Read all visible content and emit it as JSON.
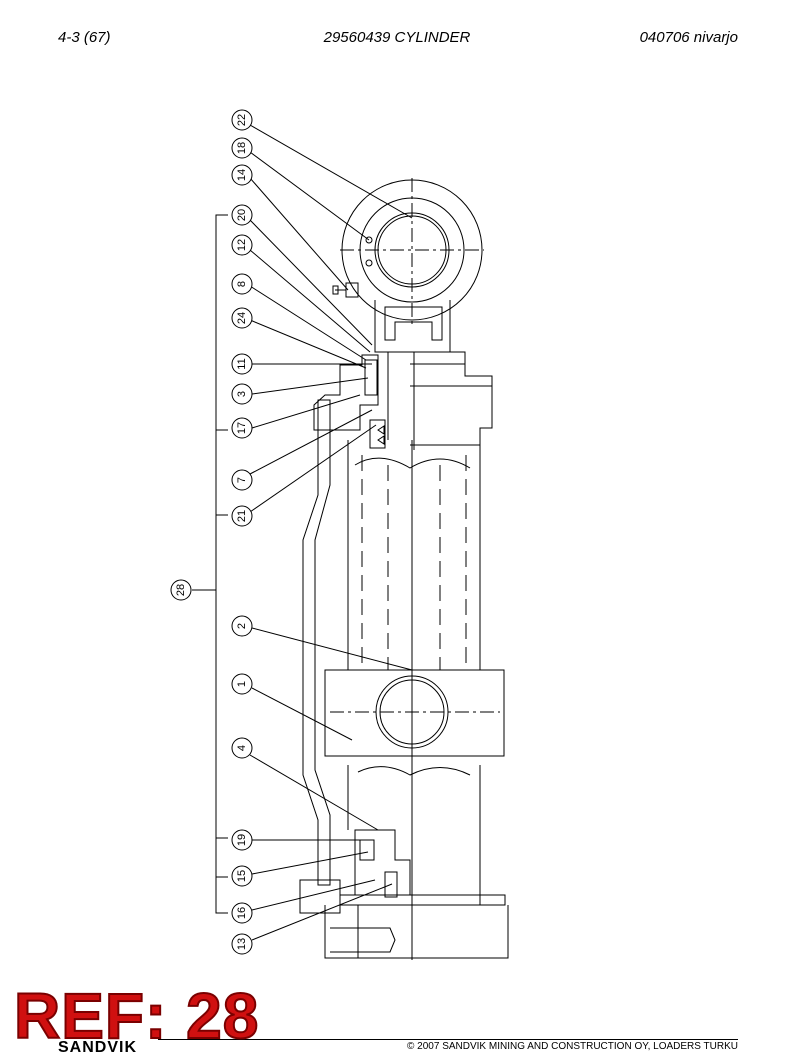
{
  "header": {
    "page_ref": "4-3 (67)",
    "part_title": "29560439 CYLINDER",
    "doc_code": "040706 nivarjo"
  },
  "callouts": [
    "22",
    "18",
    "14",
    "20",
    "12",
    "8",
    "24",
    "11",
    "3",
    "17",
    "7",
    "21",
    "28",
    "2",
    "1",
    "4",
    "19",
    "15",
    "16",
    "13"
  ],
  "footer": {
    "copyright": "© 2007 SANDVIK MINING AND CONSTRUCTION OY, LOADERS TURKU",
    "brand": "SANDVIK"
  },
  "stamp": {
    "label": "REF: 28"
  }
}
